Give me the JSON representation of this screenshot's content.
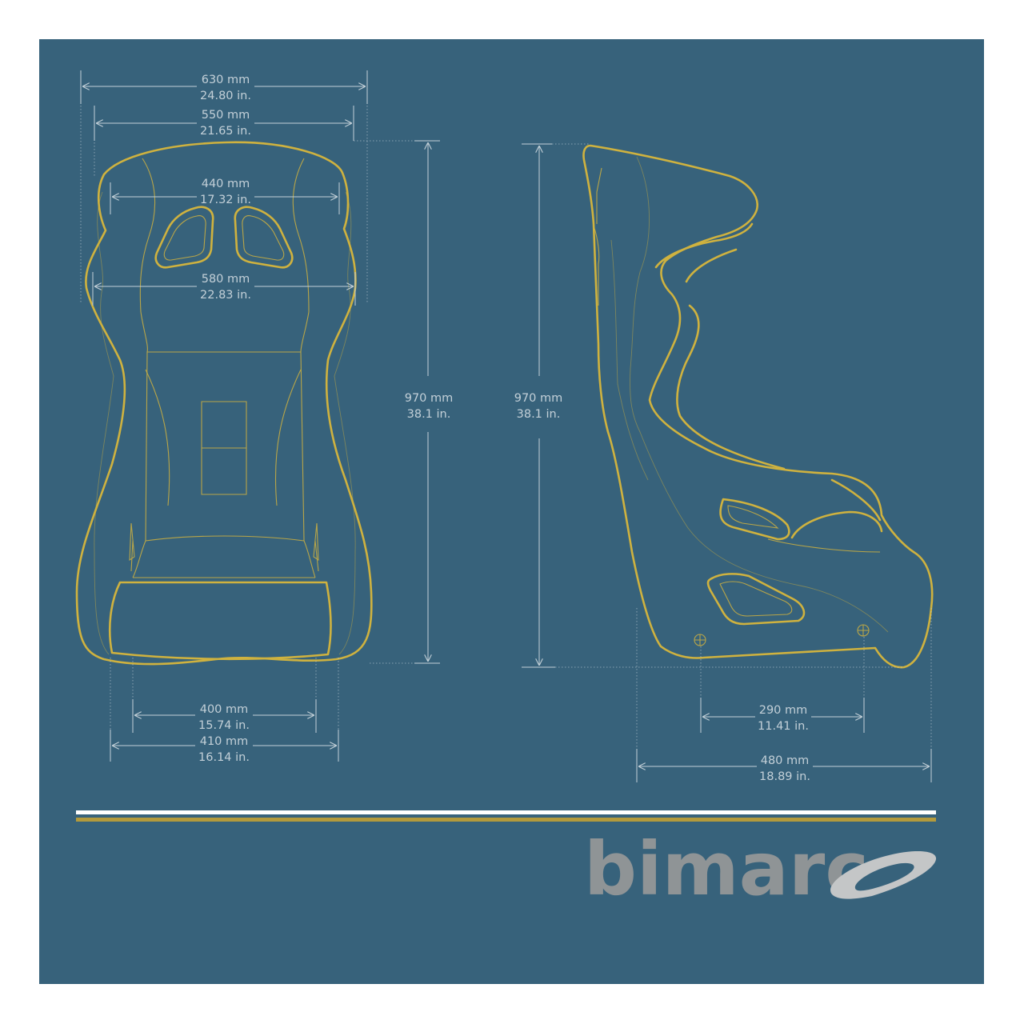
{
  "colors": {
    "background": "#37627b",
    "accent": "#cfb23f",
    "dimension": "#c3d0d8",
    "rule_white": "#ffffff",
    "rule_gold": "#b39a3c",
    "logo_gray": "#8f9496",
    "logo_swoosh": "#c4c6c7"
  },
  "brand": {
    "name": "bimarc"
  },
  "dimensions": {
    "shoulder_outer": {
      "mm": "630 mm",
      "in": "24.80 in."
    },
    "shoulder_inner": {
      "mm": "550 mm",
      "in": "21.65 in."
    },
    "head_width": {
      "mm": "440 mm",
      "in": "17.32 in."
    },
    "upper_back": {
      "mm": "580 mm",
      "in": "22.83 in."
    },
    "front_height": {
      "mm": "970 mm",
      "in": "38.1 in."
    },
    "side_height": {
      "mm": "970 mm",
      "in": "38.1 in."
    },
    "seat_inner": {
      "mm": "400 mm",
      "in": "15.74 in."
    },
    "seat_outer": {
      "mm": "410 mm",
      "in": "16.14 in."
    },
    "mount_spacing": {
      "mm": "290 mm",
      "in": "11.41 in."
    },
    "depth": {
      "mm": "480 mm",
      "in": "18.89 in."
    }
  }
}
